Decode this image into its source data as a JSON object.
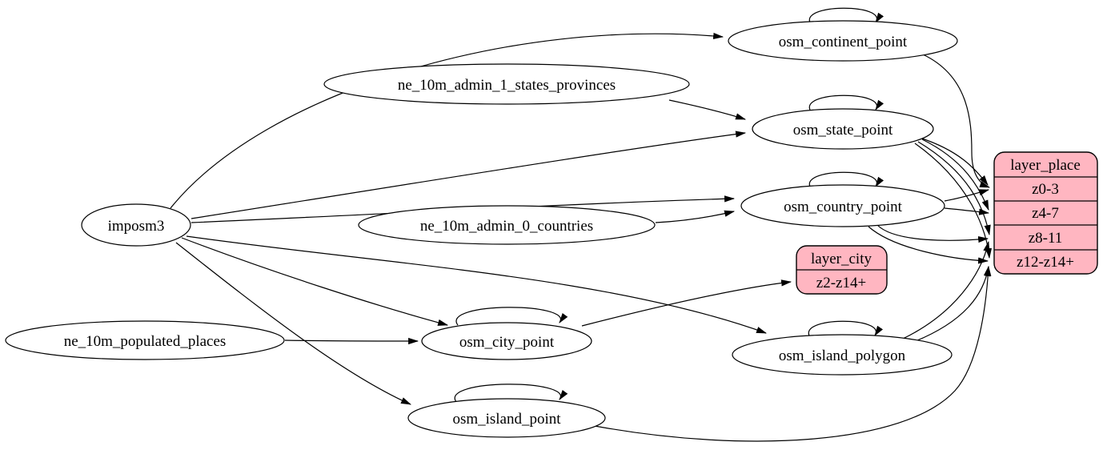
{
  "diagram": {
    "kind": "graphviz-etl-graph",
    "colors": {
      "background": "#ffffff",
      "node_fill": "#ffffff",
      "layer_fill": "#ffb6c1",
      "stroke": "#000000"
    },
    "nodes": {
      "imposm3": {
        "label": "imposm3"
      },
      "ne_10m_admin_1_states_provinces": {
        "label": "ne_10m_admin_1_states_provinces"
      },
      "ne_10m_admin_0_countries": {
        "label": "ne_10m_admin_0_countries"
      },
      "ne_10m_populated_places": {
        "label": "ne_10m_populated_places"
      },
      "osm_continent_point": {
        "label": "osm_continent_point"
      },
      "osm_state_point": {
        "label": "osm_state_point"
      },
      "osm_country_point": {
        "label": "osm_country_point"
      },
      "osm_city_point": {
        "label": "osm_city_point"
      },
      "osm_island_polygon": {
        "label": "osm_island_polygon"
      },
      "osm_island_point": {
        "label": "osm_island_point"
      }
    },
    "layer_city": {
      "title": "layer_city",
      "rows": [
        "z2-z14+"
      ]
    },
    "layer_place": {
      "title": "layer_place",
      "rows": [
        "z0-3",
        "z4-7",
        "z8-11",
        "z12-z14+"
      ]
    },
    "edges": [
      {
        "from": "imposm3",
        "to": "osm_continent_point"
      },
      {
        "from": "imposm3",
        "to": "osm_state_point"
      },
      {
        "from": "imposm3",
        "to": "osm_country_point"
      },
      {
        "from": "imposm3",
        "to": "osm_city_point"
      },
      {
        "from": "imposm3",
        "to": "osm_island_polygon"
      },
      {
        "from": "imposm3",
        "to": "osm_island_point"
      },
      {
        "from": "ne_10m_admin_1_states_provinces",
        "to": "osm_state_point"
      },
      {
        "from": "ne_10m_admin_0_countries",
        "to": "osm_country_point"
      },
      {
        "from": "ne_10m_populated_places",
        "to": "osm_city_point"
      },
      {
        "from": "osm_continent_point",
        "to": "osm_continent_point"
      },
      {
        "from": "osm_state_point",
        "to": "osm_state_point"
      },
      {
        "from": "osm_country_point",
        "to": "osm_country_point"
      },
      {
        "from": "osm_city_point",
        "to": "osm_city_point"
      },
      {
        "from": "osm_island_polygon",
        "to": "osm_island_polygon"
      },
      {
        "from": "osm_island_point",
        "to": "osm_island_point"
      },
      {
        "from": "osm_continent_point",
        "to": "layer_place:z0-3"
      },
      {
        "from": "osm_state_point",
        "to": "layer_place:z0-3"
      },
      {
        "from": "osm_state_point",
        "to": "layer_place:z4-7"
      },
      {
        "from": "osm_state_point",
        "to": "layer_place:z8-11"
      },
      {
        "from": "osm_state_point",
        "to": "layer_place:z12-z14+"
      },
      {
        "from": "osm_country_point",
        "to": "layer_place:z0-3"
      },
      {
        "from": "osm_country_point",
        "to": "layer_place:z4-7"
      },
      {
        "from": "osm_country_point",
        "to": "layer_place:z8-11"
      },
      {
        "from": "osm_country_point",
        "to": "layer_place:z12-z14+"
      },
      {
        "from": "osm_city_point",
        "to": "layer_city:z2-z14+"
      },
      {
        "from": "osm_island_polygon",
        "to": "layer_place:z8-11"
      },
      {
        "from": "osm_island_polygon",
        "to": "layer_place:z12-z14+"
      },
      {
        "from": "osm_island_point",
        "to": "layer_place:z12-z14+"
      }
    ]
  }
}
